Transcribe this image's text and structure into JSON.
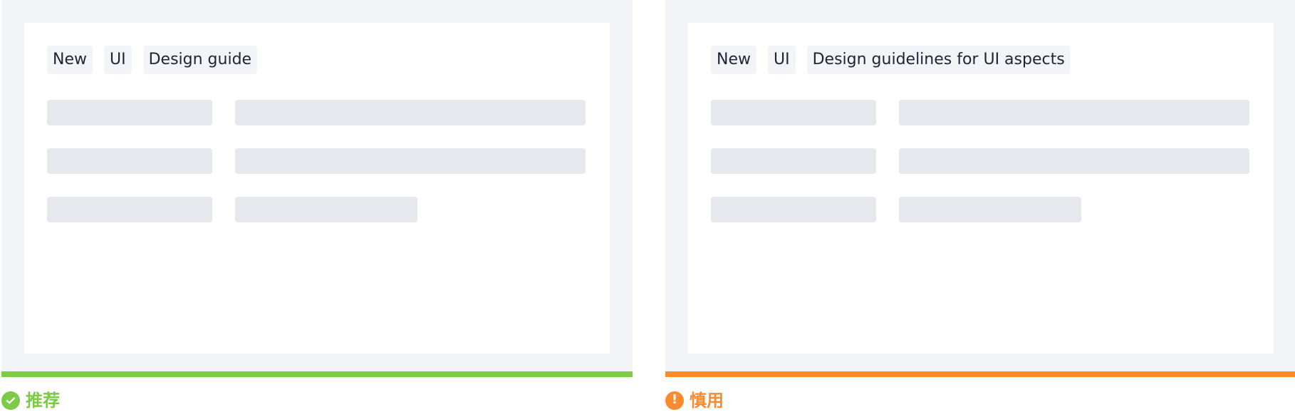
{
  "examples": [
    {
      "status": "recommended",
      "accent": "#7cca45",
      "icon": "check-circle-icon",
      "verdict_label": "推荐",
      "tags": [
        "New",
        "UI",
        "Design guide"
      ]
    },
    {
      "status": "caution",
      "accent": "#fa8a2e",
      "icon": "exclamation-circle-icon",
      "verdict_label": "慎用",
      "tags": [
        "New",
        "UI",
        "Design guidelines for UI aspects"
      ]
    }
  ],
  "colors": {
    "frame": "#f3f4f7",
    "card": "#ffffff",
    "tag_background": "#f3f4f7",
    "tag_text": "#1f2433",
    "skeleton": "#e6e8ed"
  }
}
